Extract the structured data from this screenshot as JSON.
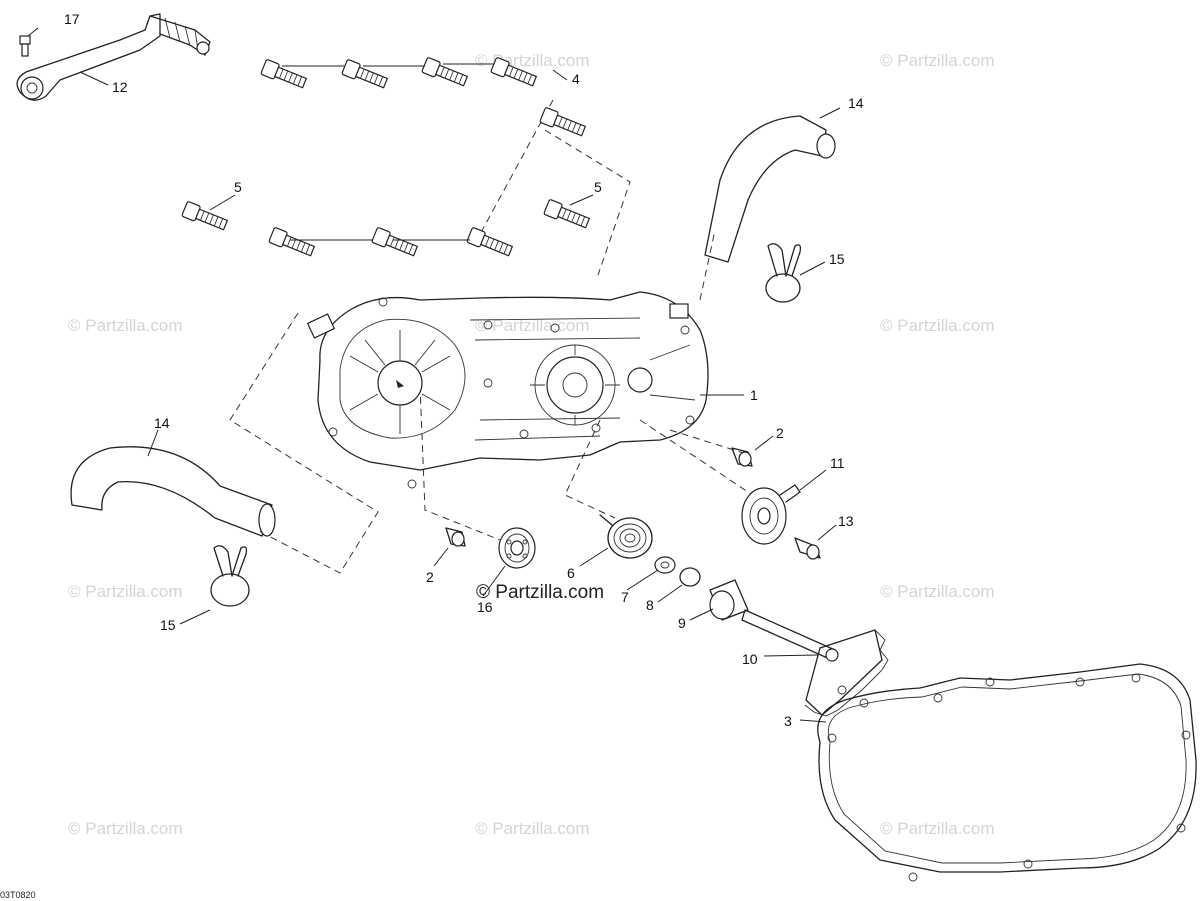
{
  "watermark": "© Partzilla.com",
  "main_watermark": "© Partzilla.com",
  "drawing_code": "03T0820",
  "callouts": {
    "p1": "1",
    "p2a": "2",
    "p2b": "2",
    "p3": "3",
    "p4": "4",
    "p5a": "5",
    "p5b": "5",
    "p6": "6",
    "p7": "7",
    "p8": "8",
    "p9": "9",
    "p10": "10",
    "p11": "11",
    "p12": "12",
    "p13": "13",
    "p14a": "14",
    "p14b": "14",
    "p15a": "15",
    "p15b": "15",
    "p16": "16",
    "p17": "17"
  }
}
